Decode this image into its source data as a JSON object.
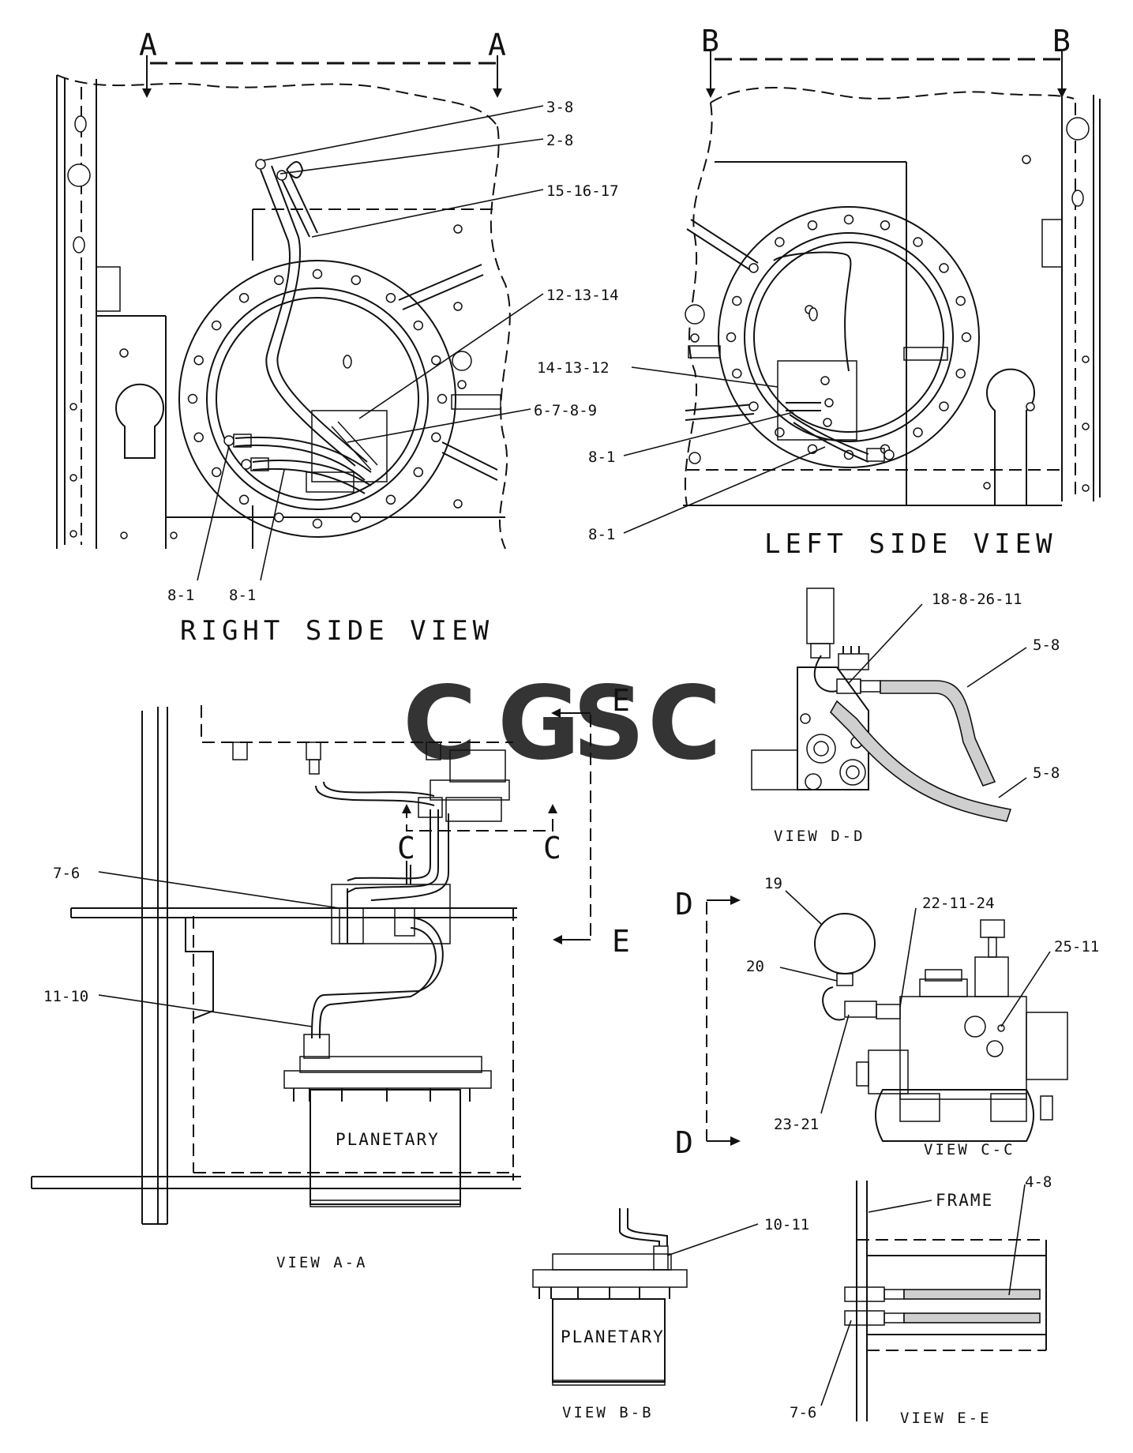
{
  "section_markers": {
    "a": "A",
    "b": "B",
    "c": "C",
    "d": "D",
    "e": "E"
  },
  "view_titles": {
    "right_side": "RIGHT SIDE VIEW",
    "left_side": "LEFT SIDE VIEW",
    "view_aa": "VIEW A-A",
    "view_bb": "VIEW B-B",
    "view_cc": "VIEW C-C",
    "view_dd": "VIEW D-D",
    "view_ee": "VIEW E-E"
  },
  "component_labels": {
    "planetary": "PLANETARY",
    "frame": "FRAME"
  },
  "callouts": {
    "rs_3_8": "3-8",
    "rs_2_8": "2-8",
    "rs_15_16_17": "15-16-17",
    "rs_12_13_14": "12-13-14",
    "rs_6_7_8_9": "6-7-8-9",
    "rs_8_1_a": "8-1",
    "rs_8_1_b": "8-1",
    "ls_14_13_12": "14-13-12",
    "ls_8_1_a": "8-1",
    "ls_8_1_b": "8-1",
    "dd_18_8_26_11": "18-8-26-11",
    "dd_5_8_a": "5-8",
    "dd_5_8_b": "5-8",
    "aa_7_6": "7-6",
    "aa_11_10": "11-10",
    "cc_19": "19",
    "cc_20": "20",
    "cc_22_11_24": "22-11-24",
    "cc_25_11": "25-11",
    "cc_23_21": "23-21",
    "bb_10_11": "10-11",
    "ee_4_8": "4-8",
    "ee_7_6": "7-6"
  },
  "watermark": {
    "letters": [
      "C",
      "G",
      "S",
      "C"
    ],
    "colors": [
      "#4f8fe8",
      "#e9584a",
      "#f3c63f",
      "#3aa577"
    ]
  }
}
